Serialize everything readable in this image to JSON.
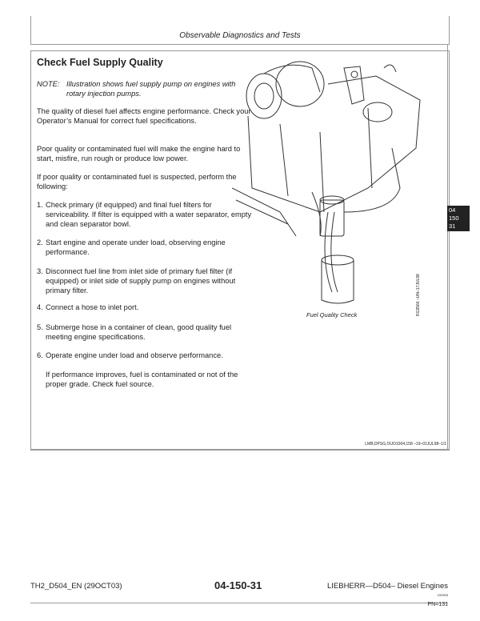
{
  "header": {
    "section": "Observable Diagnostics and Tests"
  },
  "article": {
    "title": "Check Fuel Supply Quality",
    "note_label": "NOTE:",
    "note_text": "Illustration shows fuel supply pump on engines with rotary injection pumps.",
    "paragraphs": [
      "The quality of diesel fuel affects engine performance. Check your Operator’s Manual for correct fuel specifications.",
      "Poor quality or contaminated fuel will make the engine hard to start, misfire, run rough or produce low power.",
      "If poor quality or contaminated fuel is suspected, perform the following:"
    ],
    "steps": [
      {
        "n": "1.",
        "text": "Check primary (if equipped) and final fuel filters for serviceability. If filter is equipped with a water separator, empty and clean separator bowl."
      },
      {
        "n": "2.",
        "text": "Start engine and operate under load, observing engine performance."
      },
      {
        "n": "3.",
        "text": "Disconnect fuel line from inlet side of primary fuel filter (if equipped) or inlet side of supply pump on engines without primary filter."
      },
      {
        "n": "4.",
        "text": "Connect a hose to inlet port."
      },
      {
        "n": "5.",
        "text": "Submerge hose in a container of clean, good quality fuel meeting engine specifications."
      },
      {
        "n": "6.",
        "text": "Operate engine under load and observe performance."
      }
    ],
    "closing": "If performance improves, fuel is contaminated or not of the proper grade. Check fuel source.",
    "figure_caption": "Fuel Quality Check",
    "figure_id": "RG9566 –UN–17JUL98",
    "reference": "LMB,DPSG,OUO1004,158 –19–01JUL98–1/1"
  },
  "side_tab": [
    "04",
    "150",
    "31"
  ],
  "footer": {
    "left": "TH2_D504_EN (29OCT03)",
    "center": "04-150-31",
    "right": "LIEBHERR—D504– Diesel Engines",
    "small": "102903",
    "page": "PN=131"
  }
}
